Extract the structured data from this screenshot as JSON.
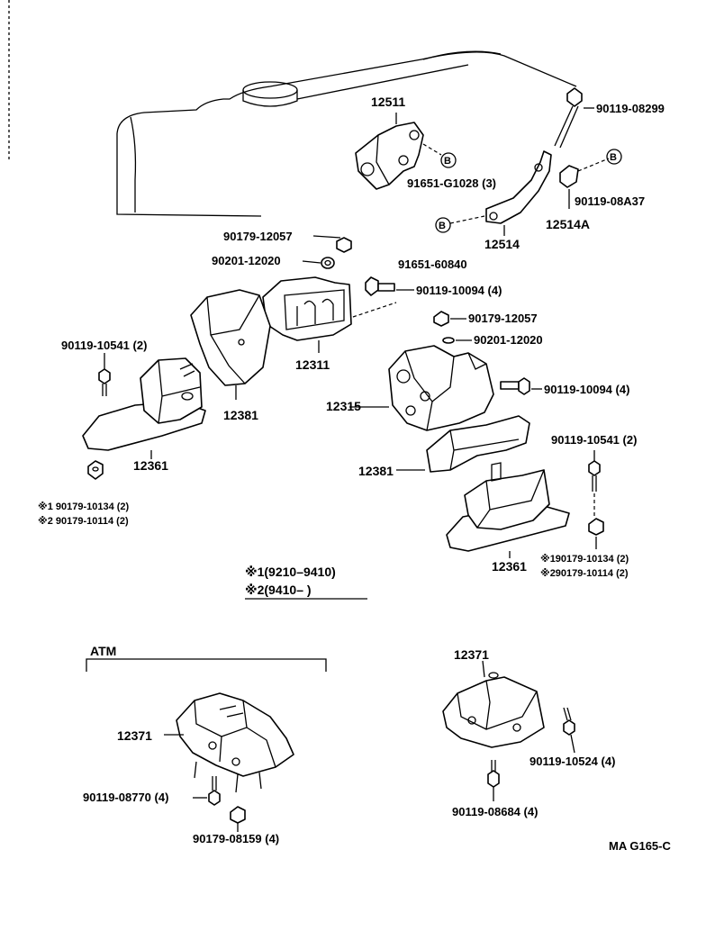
{
  "labels": {
    "p12511": "12511",
    "p90119_08299": "90119-08299",
    "p91651_G1028": "91651-G1028 (3)",
    "p90119_08A37": "90119-08A37",
    "p12514A": "12514A",
    "p12514": "12514",
    "p90179_12057_a": "90179-12057",
    "p90201_12020_a": "90201-12020",
    "p91651_60840": "91651-60840",
    "p90119_10094_a": "90119-10094 (4)",
    "p90179_12057_b": "90179-12057",
    "p90201_12020_b": "90201-12020",
    "p12311": "12311",
    "p90119_10541_a": "90119-10541 (2)",
    "p12381_a": "12381",
    "p12315": "12315",
    "p90119_10094_b": "90119-10094 (4)",
    "p12361_a": "12361",
    "p12381_b": "12381",
    "p90119_10541_b": "90119-10541 (2)",
    "note1_left": "※1 90179-10134 (2)",
    "note2_left": "※2 90179-10114 (2)",
    "note1_right": "※190179-10134 (2)",
    "note2_right": "※290179-10114 (2)",
    "p12361_b": "12361",
    "legend1": "※1(9210–9410)",
    "legend2": "※2(9410–       )",
    "atm": "ATM",
    "p12371_a": "12371",
    "p12371_b": "12371",
    "p90119_08770": "90119-08770 (4)",
    "p90179_08159": "90179-08159 (4)",
    "p90119_10524": "90119-10524 (4)",
    "p90119_08684": "90119-08684 (4)",
    "ref": "MA G165-C",
    "marker_b": "B"
  }
}
